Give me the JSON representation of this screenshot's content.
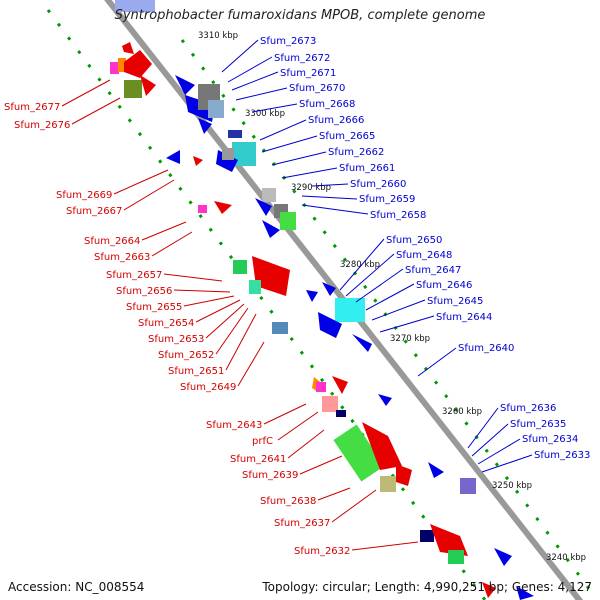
{
  "title": "Syntrophobacter fumaroxidans MPOB, complete genome",
  "footer": {
    "accession": "Accession: NC_008554",
    "topology": "Topology: circular; Length: 4,990,251 bp; Genes: 4,127"
  },
  "colors": {
    "forward": "#e60000",
    "reverse": "#0000e6",
    "backbone": "#888888",
    "ticks": "#00aa00"
  },
  "kbp_marks": [
    "3310 kbp",
    "3300 kbp",
    "3290 kbp",
    "3280 kbp",
    "3270 kbp",
    "3260 kbp",
    "3250 kbp",
    "3240 kbp"
  ],
  "right_labels": [
    "Sfum_2673",
    "Sfum_2672",
    "Sfum_2671",
    "Sfum_2670",
    "Sfum_2668",
    "Sfum_2666",
    "Sfum_2665",
    "Sfum_2662",
    "Sfum_2661",
    "Sfum_2660",
    "Sfum_2659",
    "Sfum_2658",
    "Sfum_2650",
    "Sfum_2648",
    "Sfum_2647",
    "Sfum_2646",
    "Sfum_2645",
    "Sfum_2644",
    "Sfum_2640",
    "Sfum_2636",
    "Sfum_2635",
    "Sfum_2634",
    "Sfum_2633"
  ],
  "left_labels": [
    "Sfum_2677",
    "Sfum_2676",
    "Sfum_2669",
    "Sfum_2667",
    "Sfum_2664",
    "Sfum_2663",
    "Sfum_2657",
    "Sfum_2656",
    "Sfum_2655",
    "Sfum_2654",
    "Sfum_2653",
    "Sfum_2652",
    "Sfum_2651",
    "Sfum_2649",
    "Sfum_2643",
    "prfC",
    "Sfum_2641",
    "Sfum_2639",
    "Sfum_2638",
    "Sfum_2637",
    "Sfum_2632"
  ]
}
